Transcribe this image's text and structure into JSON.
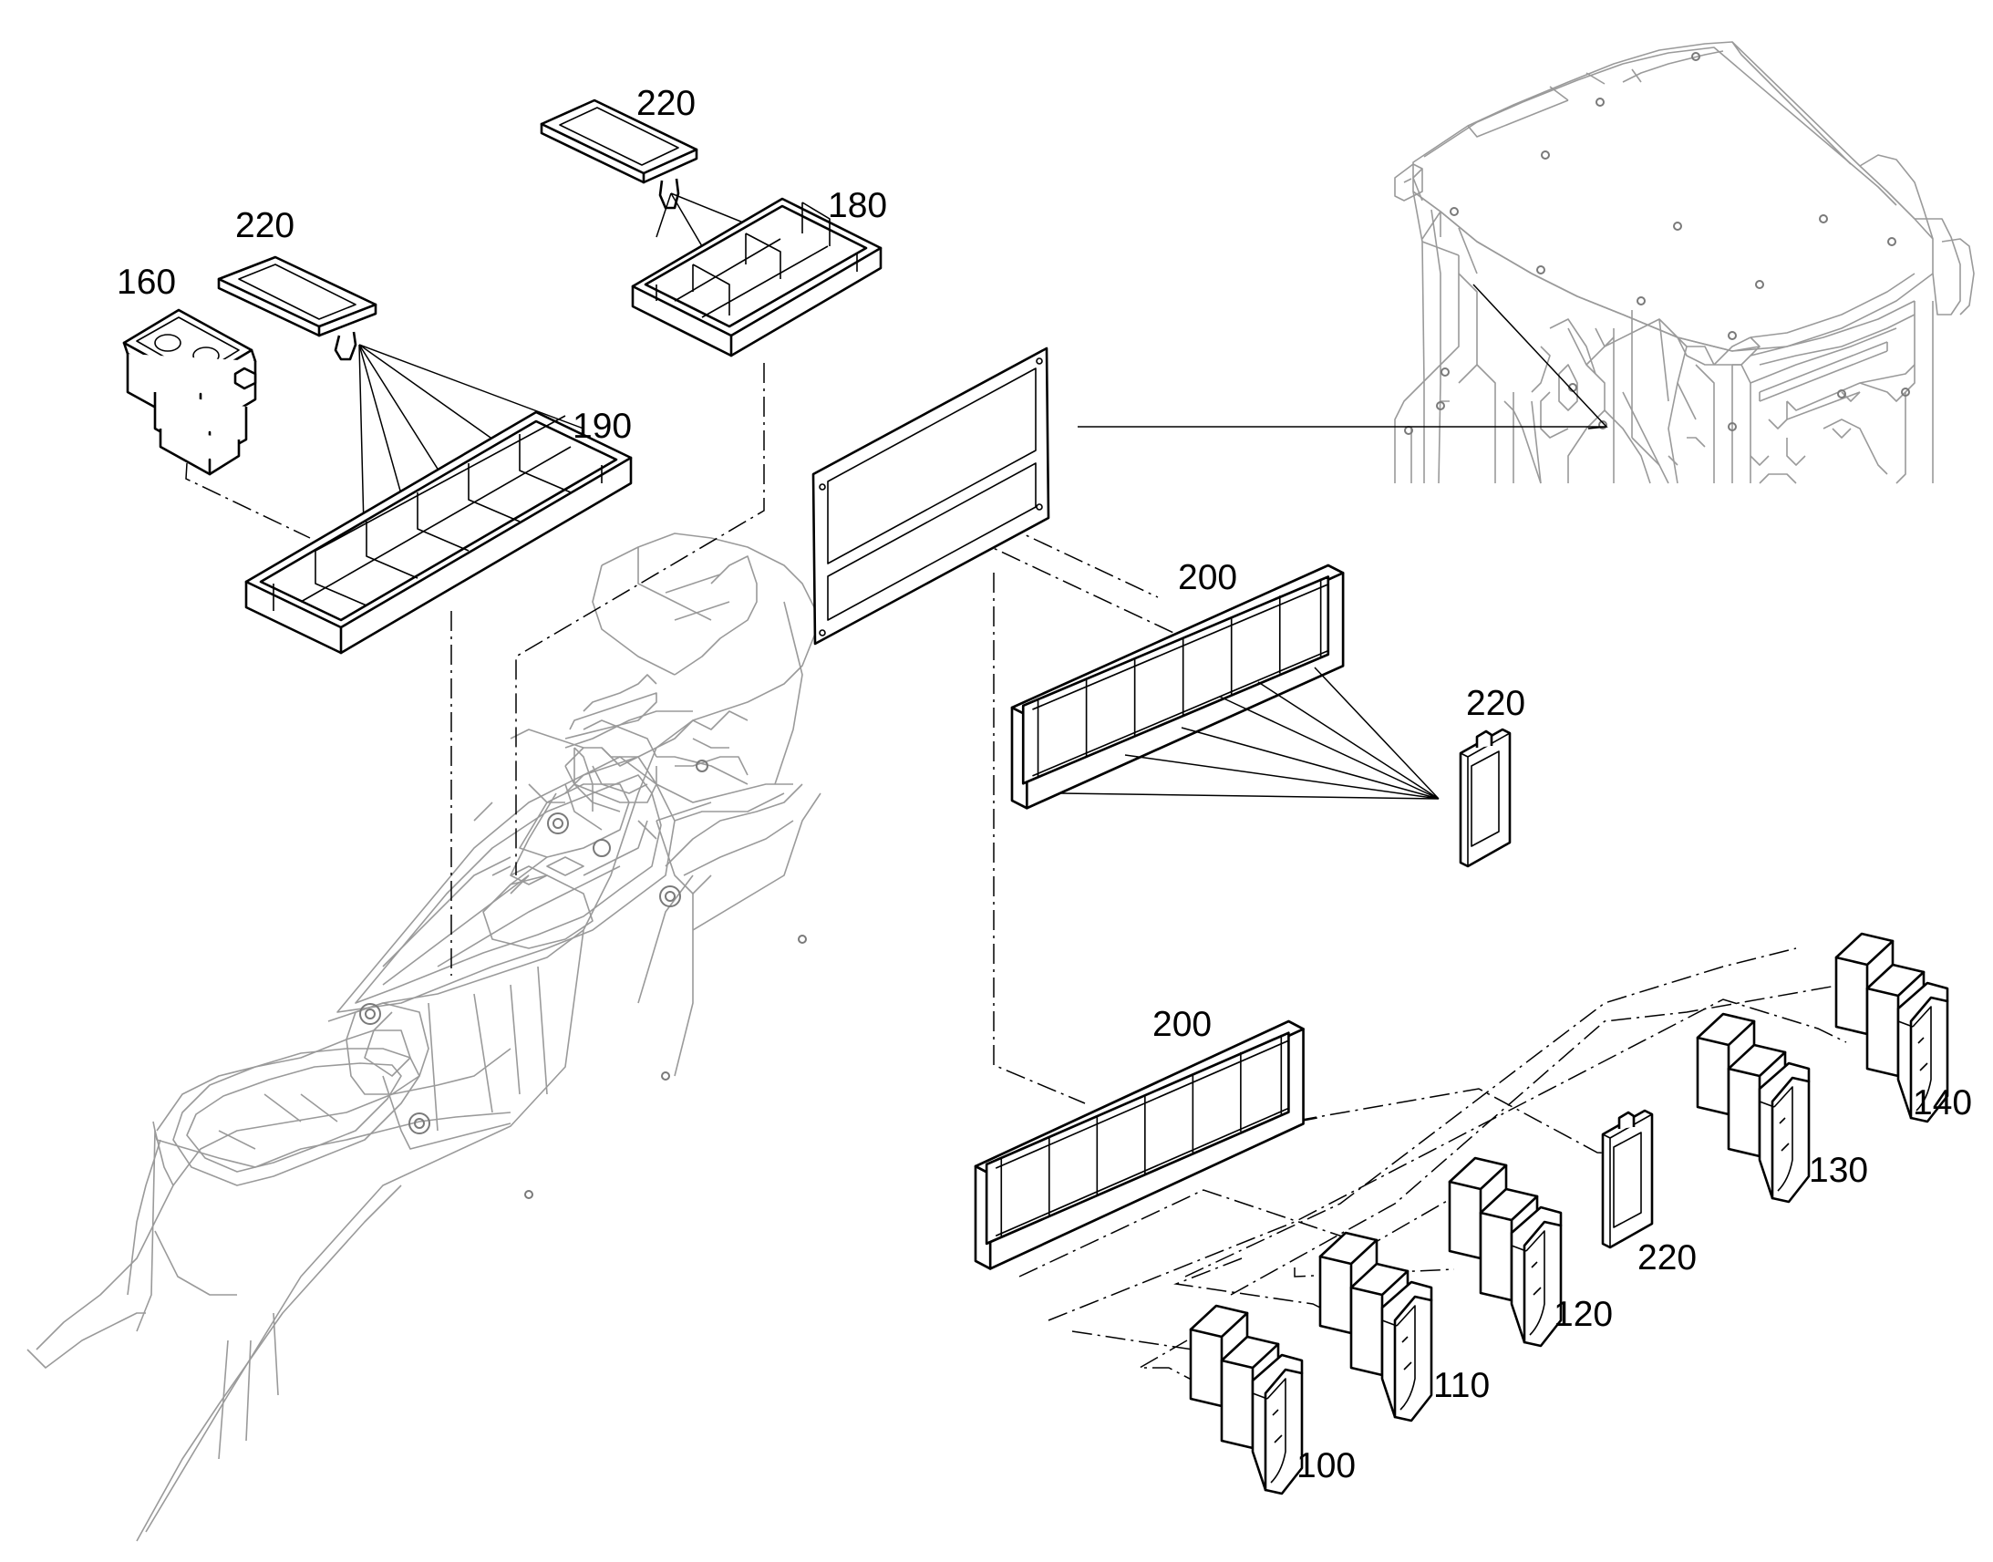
{
  "diagram": {
    "type": "exploded parts diagram",
    "parts": [
      {
        "id": "p220a",
        "label": "220"
      },
      {
        "id": "p180",
        "label": "180"
      },
      {
        "id": "p220b",
        "label": "220"
      },
      {
        "id": "p160",
        "label": "160"
      },
      {
        "id": "p190",
        "label": "190"
      },
      {
        "id": "p200a",
        "label": "200"
      },
      {
        "id": "p220c",
        "label": "220"
      },
      {
        "id": "p200b",
        "label": "200"
      },
      {
        "id": "p140",
        "label": "140"
      },
      {
        "id": "p130",
        "label": "130"
      },
      {
        "id": "p220d",
        "label": "220"
      },
      {
        "id": "p120",
        "label": "120"
      },
      {
        "id": "p110",
        "label": "110"
      },
      {
        "id": "p100",
        "label": "100"
      }
    ]
  }
}
